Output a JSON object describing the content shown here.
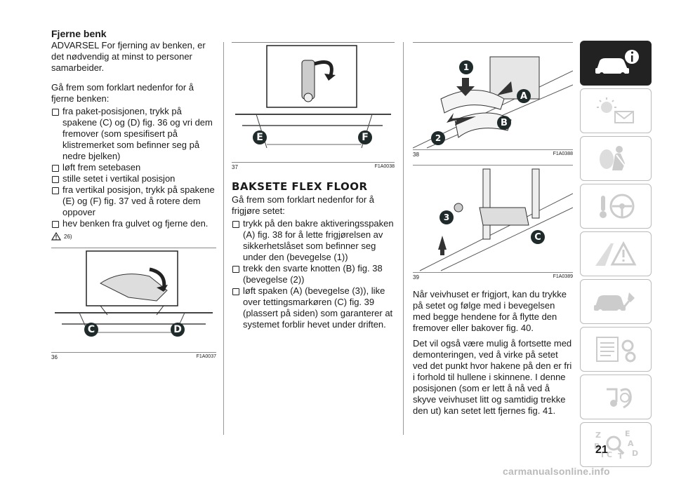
{
  "col1": {
    "heading": "Fjerne benk",
    "intro": "ADVARSEL For fjerning av benken, er det nødvendig at minst to personer samarbeider.",
    "lead": "Gå frem som forklart nedenfor for å fjerne benken:",
    "steps": [
      "fra paket-posisjonen, trykk på spakene (C) og (D) fig. 36 og vri dem fremover (som spesifisert på klistremerket som befinner seg på nedre bjelken)",
      "løft frem setebasen",
      "stille setet i vertikal posisjon",
      "fra vertikal posisjon, trykk på spakene (E) og (F) fig. 37 ved å rotere dem oppover",
      "hev benken fra gulvet og fjerne den."
    ],
    "warning_ref": "26)",
    "fig": {
      "number": "36",
      "code": "F1A0037",
      "callouts": [
        "C",
        "D"
      ]
    }
  },
  "col2": {
    "fig": {
      "number": "37",
      "code": "F1A0038",
      "callouts": [
        "E",
        "F"
      ]
    },
    "heading": "BAKSETE FLEX FLOOR",
    "lead": "Gå frem som forklart nedenfor for å frigjøre setet:",
    "steps": [
      "trykk på den bakre aktiveringsspaken (A) fig. 38 for å lette frigjørelsen av sikkerhetslåset som befinner seg under den (bevegelse (1))",
      "trekk den svarte knotten (B) fig. 38 (bevegelse (2))",
      "løft spaken (A) (bevegelse (3)), like over tettingsmarkøren (C) fig. 39 (plassert på siden) som garanterer at systemet forblir hevet under driften."
    ]
  },
  "col3": {
    "fig38": {
      "number": "38",
      "code": "F1A0388",
      "callouts": [
        "1",
        "A",
        "B",
        "2"
      ]
    },
    "fig39": {
      "number": "39",
      "code": "F1A0389",
      "callouts": [
        "3",
        "C"
      ]
    },
    "para1": "Når veivhuset er frigjort, kan du trykke på setet og følge med i bevegelsen med begge hendene for å flytte den fremover eller bakover fig. 40.",
    "para2": "Det vil også være mulig å fortsette med demonteringen, ved å virke på setet ved det punkt hvor hakene på den er fri i forhold til hullene i skinnene. I denne posisjonen (som er lett å nå ved å skyve veivhuset litt og samtidig trekke den ut) kan setet lett fjernes fig. 41."
  },
  "sidebar": {
    "tabs": [
      {
        "icon": "car-info-icon",
        "active": true
      },
      {
        "icon": "warning-lights-icon"
      },
      {
        "icon": "airbag-safety-icon"
      },
      {
        "icon": "steering-wheel-key-icon"
      },
      {
        "icon": "road-warning-icon"
      },
      {
        "icon": "car-maintenance-icon"
      },
      {
        "icon": "technical-data-icon"
      },
      {
        "icon": "multimedia-icon"
      },
      {
        "icon": "alphabet-index-icon"
      }
    ]
  },
  "sidebar_letters": [
    "Z",
    "E",
    "A",
    "B",
    "D",
    "C",
    "T",
    "I"
  ],
  "page_number": "21",
  "footer": "carmanualsonline.info",
  "colors": {
    "accent": "#1f2a2a",
    "tab_active": "#222222"
  }
}
